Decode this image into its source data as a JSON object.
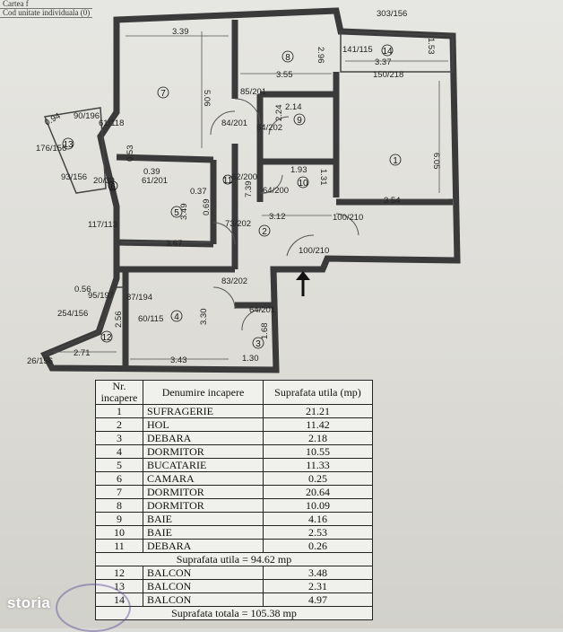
{
  "header": {
    "line1": "Cartea f",
    "line2": "Cod unitate individuala (0)"
  },
  "plan": {
    "room_numbers": [
      "1",
      "2",
      "3",
      "4",
      "5",
      "6",
      "7",
      "8",
      "9",
      "10",
      "11",
      "12",
      "13",
      "14"
    ],
    "dimensions": [
      "3.39",
      "5.06",
      "2.96",
      "3.55",
      "3.37",
      "1.53",
      "2.14",
      "2.24",
      "1.93",
      "1.31",
      "6.05",
      "3.54",
      "3.12",
      "7.39",
      "0.39",
      "0.37",
      "3.49",
      "0.69",
      "3.67",
      "3.30",
      "1.68",
      "1.30",
      "3.43",
      "2.71",
      "2.56",
      "0.94",
      "0.53",
      "0.56"
    ],
    "openings": [
      "303/156",
      "141/115",
      "150/218",
      "85/201",
      "64/202",
      "84/201",
      "61/118",
      "90/196",
      "176/156",
      "93/156",
      "20/30",
      "61/201",
      "62/200",
      "64/200",
      "73/202",
      "100/210",
      "100/210",
      "117/113",
      "83/202",
      "64/201",
      "87/194",
      "60/115",
      "95/197",
      "254/156",
      "26/156"
    ]
  },
  "table": {
    "headers": {
      "nr": "Nr. incapere",
      "name": "Denumire incapere",
      "area": "Suprafata utila (mp)"
    },
    "rows": [
      {
        "nr": "1",
        "name": "SUFRAGERIE",
        "area": "21.21"
      },
      {
        "nr": "2",
        "name": "HOL",
        "area": "11.42"
      },
      {
        "nr": "3",
        "name": "DEBARA",
        "area": "2.18"
      },
      {
        "nr": "4",
        "name": "DORMITOR",
        "area": "10.55"
      },
      {
        "nr": "5",
        "name": "BUCATARIE",
        "area": "11.33"
      },
      {
        "nr": "6",
        "name": "CAMARA",
        "area": "0.25"
      },
      {
        "nr": "7",
        "name": "DORMITOR",
        "area": "20.64"
      },
      {
        "nr": "8",
        "name": "DORMITOR",
        "area": "10.09"
      },
      {
        "nr": "9",
        "name": "BAIE",
        "area": "4.16"
      },
      {
        "nr": "10",
        "name": "BAIE",
        "area": "2.53"
      },
      {
        "nr": "11",
        "name": "DEBARA",
        "area": "0.26"
      }
    ],
    "subtotal": "Suprafata utila = 94.62 mp",
    "balconies": [
      {
        "nr": "12",
        "name": "BALCON",
        "area": "3.48"
      },
      {
        "nr": "13",
        "name": "BALCON",
        "area": "2.31"
      },
      {
        "nr": "14",
        "name": "BALCON",
        "area": "4.97"
      }
    ],
    "total": "Suprafata totala = 105.38 mp"
  },
  "watermark": "storia",
  "colors": {
    "wall": "#3a3a3a",
    "paper": "#e2e2de",
    "ink": "#111111"
  }
}
